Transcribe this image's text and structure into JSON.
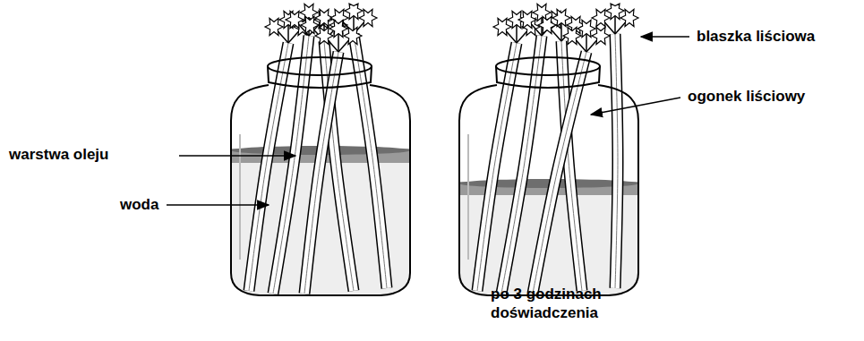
{
  "diagram": {
    "labels": [
      "warstwa oleju",
      "woda",
      "blaszka liściowa",
      "ogonek liściowy",
      "po 3 godzinach doświadczenia"
    ]
  }
}
